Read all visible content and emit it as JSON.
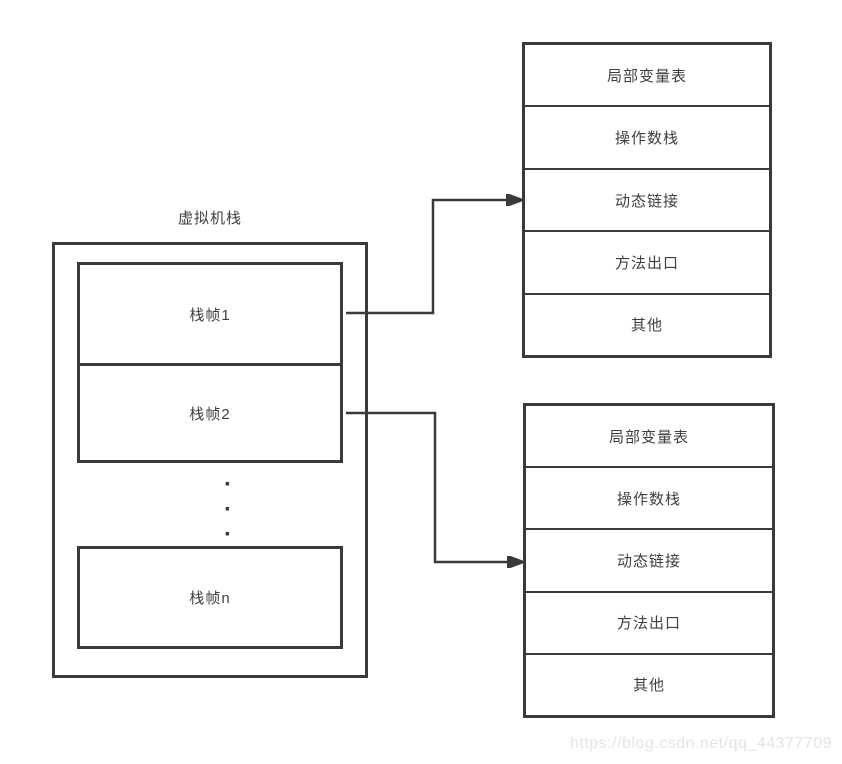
{
  "title": "虚拟机栈",
  "stack": {
    "frames": [
      {
        "label": "栈帧1"
      },
      {
        "label": "栈帧2"
      },
      {
        "label": "栈帧n"
      }
    ],
    "dot": "·"
  },
  "tables": [
    {
      "rows": [
        "局部变量表",
        "操作数栈",
        "动态链接",
        "方法出口",
        "其他"
      ]
    },
    {
      "rows": [
        "局部变量表",
        "操作数栈",
        "动态链接",
        "方法出口",
        "其他"
      ]
    }
  ],
  "watermark": "https://blog.csdn.net/qq_44377709",
  "colors": {
    "line": "#3a3a3a",
    "text": "#3f3f3f",
    "watermark": "#e4e4e4",
    "background": "#ffffff"
  }
}
